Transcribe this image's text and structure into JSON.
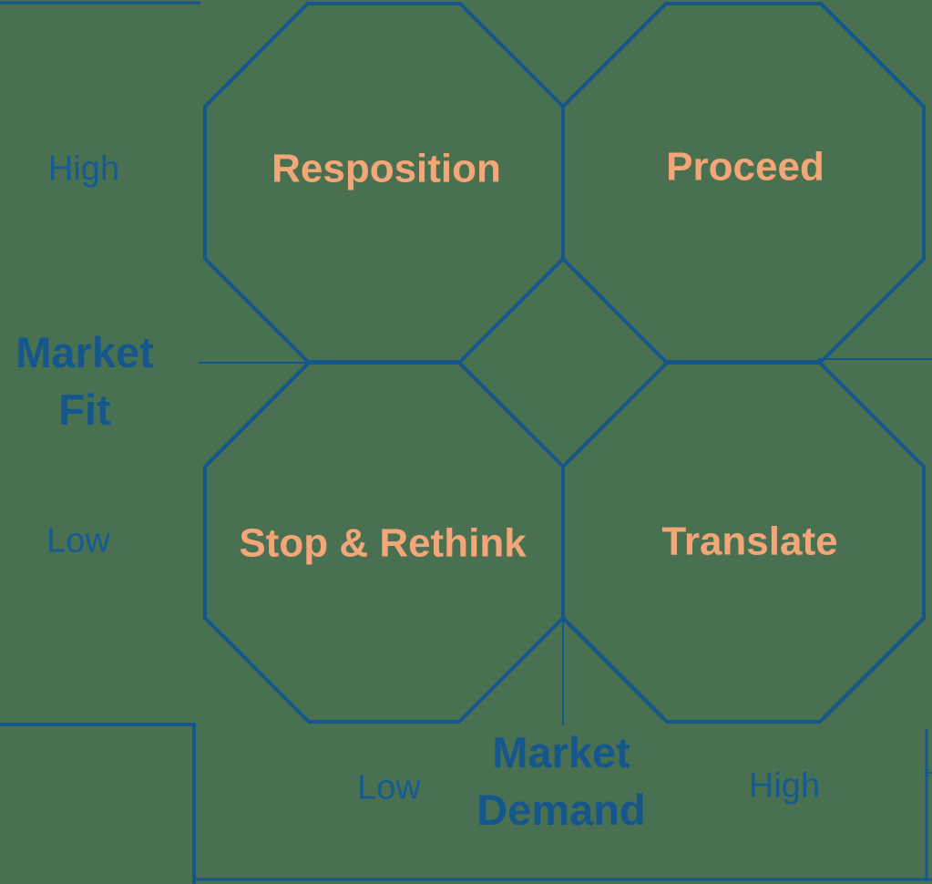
{
  "colors": {
    "background": "#4A7052",
    "line": "#15578D",
    "axis_text": "#155A93",
    "quadrant_text": "#F3A678"
  },
  "quadrants": {
    "top_left": {
      "label": "Resposition"
    },
    "top_right": {
      "label": "Proceed"
    },
    "bottom_left": {
      "label": "Stop & Rethink"
    },
    "bottom_right": {
      "label": "Translate"
    }
  },
  "y_axis": {
    "title": "Market\nFit",
    "high_label": "High",
    "low_label": "Low"
  },
  "x_axis": {
    "title": "Market\nDemand",
    "low_label": "Low",
    "high_label": "High"
  }
}
